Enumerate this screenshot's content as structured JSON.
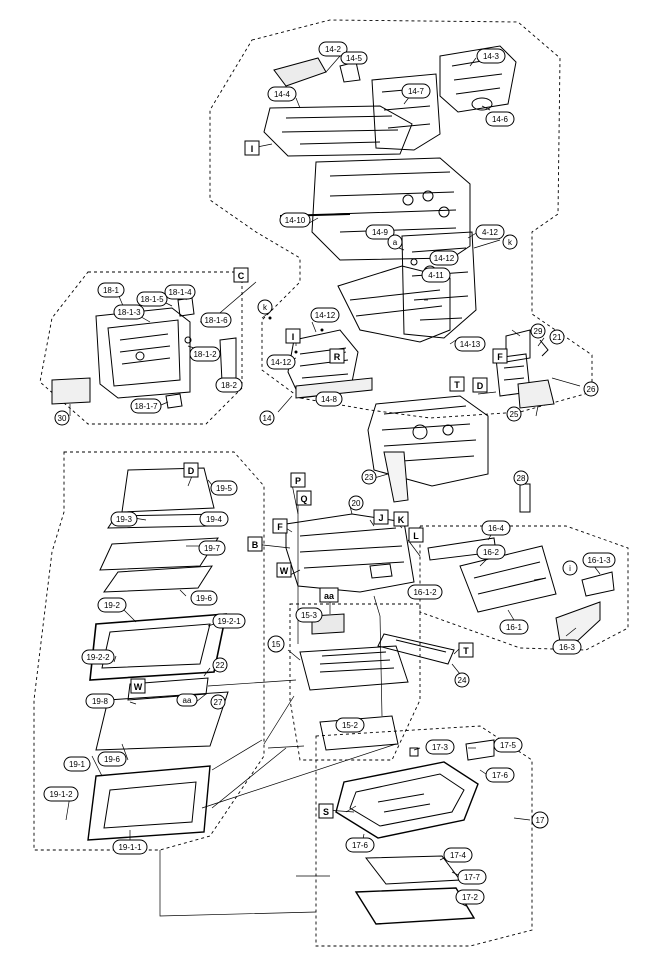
{
  "diagram": {
    "callouts": [
      "14-2",
      "14-5",
      "14-3",
      "14-4",
      "14-7",
      "14-6",
      "14-10",
      "14-9",
      "a",
      "4-12",
      "k",
      "14-12",
      "4-11",
      "18-1",
      "18-1-5",
      "18-1-4",
      "18-1-3",
      "18-1-6",
      "18-1-2",
      "k",
      "14-12",
      "14-12",
      "14-8",
      "14-13",
      "29",
      "21",
      "26",
      "25",
      "14",
      "18-2",
      "18-1-7",
      "30",
      "23",
      "28",
      "20",
      "19-5",
      "19-3",
      "19-4",
      "19-7",
      "19-6",
      "16-4",
      "16-2",
      "i",
      "16-1-3",
      "16-1-2",
      "16-1",
      "16-3",
      "19-2",
      "19-2-1",
      "19-2-2",
      "22",
      "aa",
      "27",
      "15",
      "15-3",
      "15-2",
      "24",
      "19-8",
      "19-6",
      "19-1",
      "19-1-2",
      "19-1-1",
      "17-3",
      "17-5",
      "17-6",
      "17",
      "17-6",
      "17-4",
      "17-7",
      "17-2"
    ],
    "reference_letters": [
      "I",
      "C",
      "I",
      "R",
      "T",
      "F",
      "D",
      "D",
      "P",
      "Q",
      "J",
      "K",
      "B",
      "F",
      "L",
      "W",
      "aa",
      "W",
      "T",
      "S"
    ]
  }
}
